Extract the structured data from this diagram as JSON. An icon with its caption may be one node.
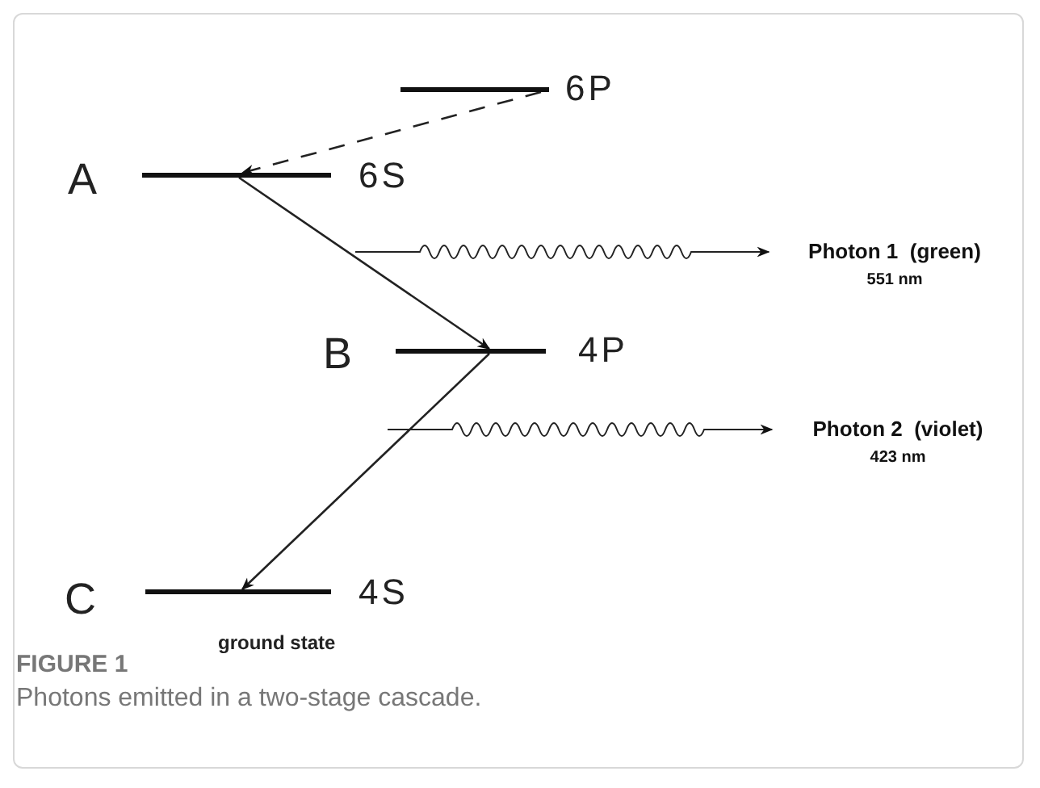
{
  "diagram": {
    "caption": "Photons emitted in a two-stage cascade.",
    "nodes": [
      {
        "text": [],
        "shape": "bar"
      },
      {
        "text": [],
        "shape": "bar"
      },
      {
        "text": [],
        "shape": "bar"
      },
      {
        "text": [],
        "shape": "bar"
      },
      {
        "text": [
          "Photon 1  (green)",
          "551 nm"
        ]
      },
      {
        "text": [
          "Photon 2  (violet)",
          "423 nm"
        ]
      }
    ],
    "edges": [
      {
        "from": 0,
        "to": 1,
        "arrow": "to",
        "style": "dashed"
      },
      {
        "from": 1,
        "to": 2,
        "arrow": "to"
      },
      {
        "from": 2,
        "to": 3,
        "arrow": "to"
      },
      {
        "from": null,
        "to": 4,
        "arrow": "to"
      },
      {
        "from": null,
        "to": 5,
        "arrow": "to"
      }
    ],
    "labels": [
      "6P",
      "A",
      "6S",
      "B",
      "4P",
      "C",
      "4S",
      "ground state",
      "FIGURE 1"
    ]
  }
}
